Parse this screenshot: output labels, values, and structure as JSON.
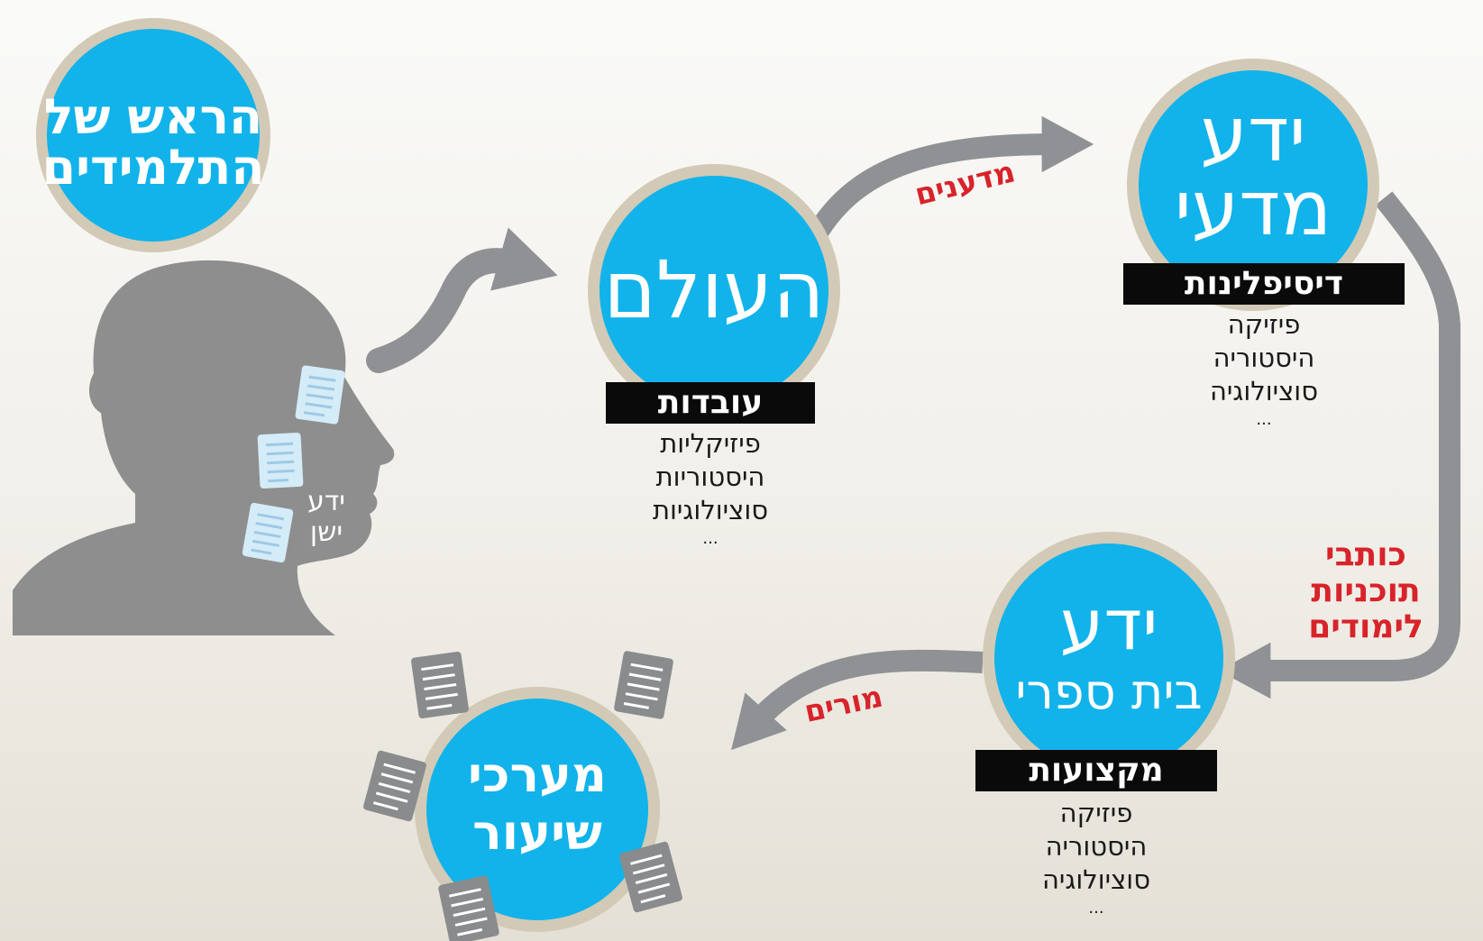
{
  "head_circle": {
    "line1": "הראש של",
    "line2": "התלמידים"
  },
  "old_knowledge": {
    "line1": "ידע",
    "line2": "ישן"
  },
  "world": {
    "title": "העולם",
    "header": "עובדות",
    "items": [
      "פיזיקליות",
      "היסטוריות",
      "סוציולוגיות",
      "..."
    ]
  },
  "scientific": {
    "line1": "ידע",
    "line2": "מדעי",
    "header": "דיסיפלינות",
    "items": [
      "פיזיקה",
      "היסטוריה",
      "סוציולוגיה",
      "..."
    ]
  },
  "school": {
    "line1": "ידע",
    "line2": "בית ספרי",
    "header": "מקצועות",
    "items": [
      "פיזיקה",
      "היסטוריה",
      "סוציולוגיה",
      "..."
    ]
  },
  "lesson": {
    "line1": "מערכי",
    "line2": "שיעור"
  },
  "labels": {
    "scientists": "מדענים",
    "teachers": "מורים",
    "curriculum_writers": [
      "כותבי",
      "תוכניות",
      "לימודים"
    ]
  },
  "colors": {
    "circle_blue": "#11b3ea",
    "ring": "#cfc7b3",
    "arrow_gray": "#8f9194",
    "silhouette": "#8e8e8e",
    "label_red": "#d8232a",
    "header_black": "#0a0a0a",
    "note_blue": "#d4ecf8",
    "paper_gray": "#8a8b8d"
  },
  "icons": [
    "head-silhouette-icon",
    "note-icon",
    "document-icon",
    "arrow-icon"
  ]
}
